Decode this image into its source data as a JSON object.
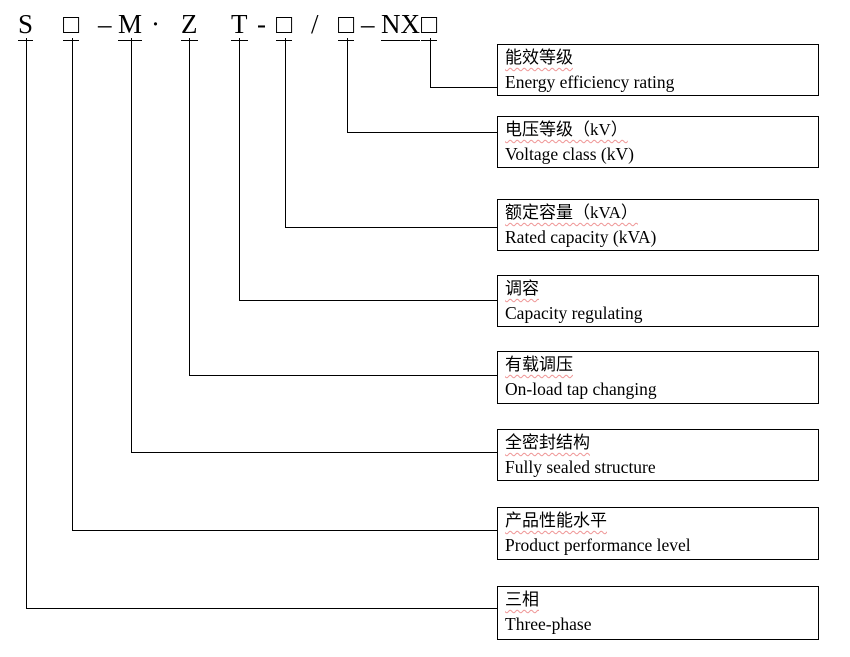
{
  "designation_code": {
    "segments": [
      "S",
      "□",
      "–",
      "M",
      "·",
      "Z",
      "T",
      "-",
      "□",
      "/",
      "□",
      "–",
      "NX",
      "□"
    ]
  },
  "labels": [
    {
      "zh": "能效等级",
      "en": "Energy efficiency rating"
    },
    {
      "zh": "电压等级（kV）",
      "en": "Voltage class (kV)"
    },
    {
      "zh": "额定容量（kVA）",
      "en": "Rated capacity (kVA)"
    },
    {
      "zh": "调容",
      "en": "Capacity regulating"
    },
    {
      "zh": "有载调压",
      "en": "On-load tap changing"
    },
    {
      "zh": "全密封结构",
      "en": "Fully sealed structure"
    },
    {
      "zh": "产品性能水平",
      "en": "Product performance level"
    },
    {
      "zh": "三相",
      "en": "Three-phase"
    }
  ],
  "colors": {
    "line": "#000000",
    "box_border": "#000000",
    "text": "#000000",
    "spellcheck_underline": "#e03c3c"
  }
}
